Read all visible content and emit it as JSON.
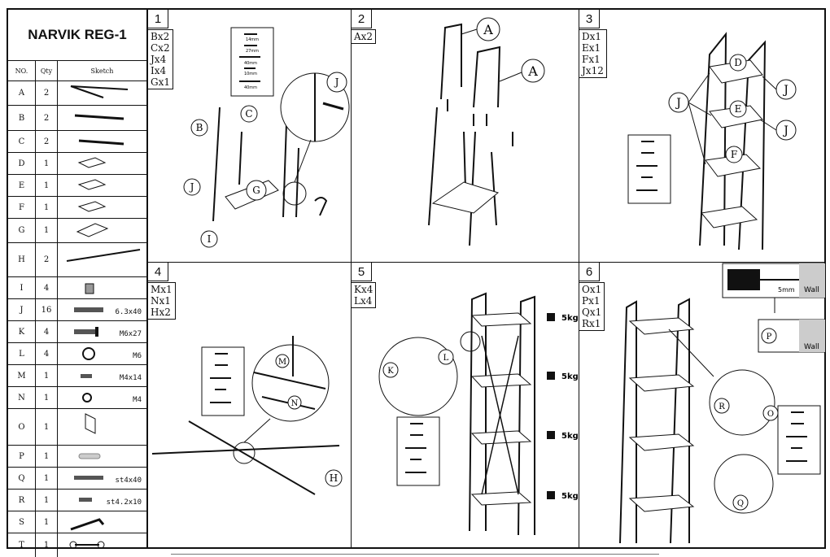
{
  "title": "NARVIK REG-1",
  "table_headers": {
    "no": "NO.",
    "qty": "Qty",
    "sketch": "Sketch"
  },
  "parts": [
    {
      "no": "A",
      "qty": "2",
      "spec": ""
    },
    {
      "no": "B",
      "qty": "2",
      "spec": ""
    },
    {
      "no": "C",
      "qty": "2",
      "spec": ""
    },
    {
      "no": "D",
      "qty": "1",
      "spec": ""
    },
    {
      "no": "E",
      "qty": "1",
      "spec": ""
    },
    {
      "no": "F",
      "qty": "1",
      "spec": ""
    },
    {
      "no": "G",
      "qty": "1",
      "spec": ""
    },
    {
      "no": "H",
      "qty": "2",
      "spec": ""
    },
    {
      "no": "I",
      "qty": "4",
      "spec": ""
    },
    {
      "no": "J",
      "qty": "16",
      "spec": "6.3x40"
    },
    {
      "no": "K",
      "qty": "4",
      "spec": "M6x27"
    },
    {
      "no": "L",
      "qty": "4",
      "spec": "M6"
    },
    {
      "no": "M",
      "qty": "1",
      "spec": "M4x14"
    },
    {
      "no": "N",
      "qty": "1",
      "spec": "M4"
    },
    {
      "no": "O",
      "qty": "1",
      "spec": ""
    },
    {
      "no": "P",
      "qty": "1",
      "spec": ""
    },
    {
      "no": "Q",
      "qty": "1",
      "spec": "st4x40"
    },
    {
      "no": "R",
      "qty": "1",
      "spec": "st4.2x10"
    },
    {
      "no": "S",
      "qty": "1",
      "spec": ""
    },
    {
      "no": "T",
      "qty": "1",
      "spec": ""
    }
  ],
  "steps": [
    {
      "number": "1",
      "items": [
        "Bx2",
        "Cx2",
        "Jx4",
        "Ix4",
        "Gx1"
      ]
    },
    {
      "number": "2",
      "items": [
        "Ax2"
      ]
    },
    {
      "number": "3",
      "items": [
        "Dx1",
        "Ex1",
        "Fx1",
        "Jx12"
      ]
    },
    {
      "number": "4",
      "items": [
        "Mx1",
        "Nx1",
        "Hx2"
      ]
    },
    {
      "number": "5",
      "items": [
        "Kx4",
        "Lx4"
      ]
    },
    {
      "number": "6",
      "items": [
        "Ox1",
        "Px1",
        "Qx1",
        "Rx1"
      ]
    }
  ],
  "callouts": {
    "s1": [
      "B",
      "C",
      "J",
      "I",
      "G",
      "J"
    ],
    "s2": [
      "A",
      "A"
    ],
    "s3": [
      "D",
      "E",
      "F",
      "J",
      "J",
      "J"
    ],
    "s4": [
      "M",
      "N",
      "H"
    ],
    "s5": [
      "K",
      "L"
    ],
    "s6": [
      "R",
      "O",
      "Q",
      "P"
    ]
  },
  "screw_sizes": [
    "14mm",
    "27mm",
    "40mm",
    "10mm",
    "40mm"
  ],
  "weights": [
    "5kg",
    "5kg",
    "5kg",
    "5kg"
  ],
  "wall_texts": {
    "drill": "5mm",
    "wall1": "Wall",
    "wall2": "Wall"
  }
}
